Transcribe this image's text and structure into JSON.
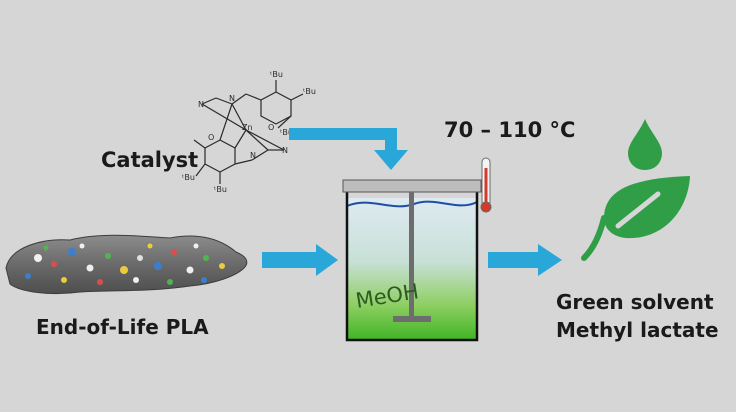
{
  "labels": {
    "catalyst": "Catalyst",
    "temperature": "70 – 110 °C",
    "feedstock": "End-of-Life PLA",
    "solvent": "MeOH",
    "product_line1": "Green solvent",
    "product_line2": "Methyl lactate"
  },
  "structure_labels": {
    "tbu": "ᵗBu",
    "n": "N",
    "o": "O",
    "metal": "Zn"
  },
  "colors": {
    "background": "#d6d6d6",
    "arrow": "#2aa7d9",
    "leaf": "#2f9e46",
    "liquid_top": "#dce9f2",
    "liquid_bottom": "#49bb2c",
    "text": "#1a1a1a"
  }
}
